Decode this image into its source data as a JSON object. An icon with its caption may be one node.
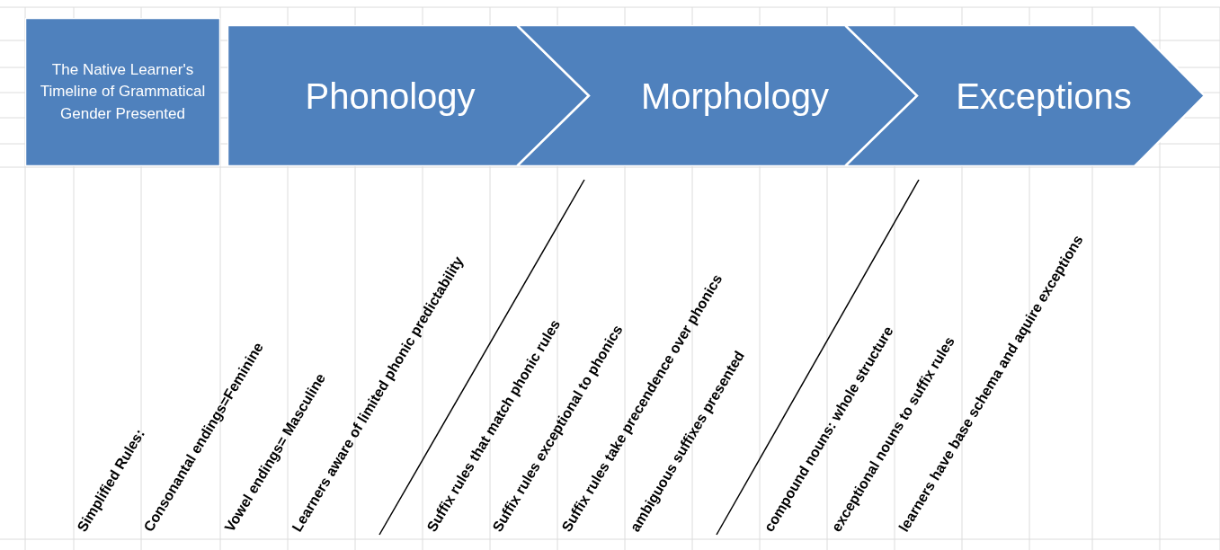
{
  "diagram": {
    "nodes": [
      {
        "text": [
          "The Native Learner's Timeline of Grammatical Gender Presented"
        ]
      },
      {
        "text": [
          "Phonology"
        ]
      },
      {
        "text": [
          "Morphology"
        ]
      },
      {
        "text": [
          "Exceptions"
        ]
      }
    ],
    "labels": [
      "Simplified Rules:",
      "Consonantal endings=Feminine",
      "Vowel endings= Masculine",
      "Learners aware of limited phonic predictability",
      "Suffix rules that match phonic rules",
      "Suffix rules exceptional to phonics",
      "Suffix rules take precendence over phonics",
      "ambiguous suffixes presented",
      "compound nouns: whole structure",
      "exceptional nouns to suffix rules",
      "learners have base schema and aquire exceptions"
    ]
  }
}
